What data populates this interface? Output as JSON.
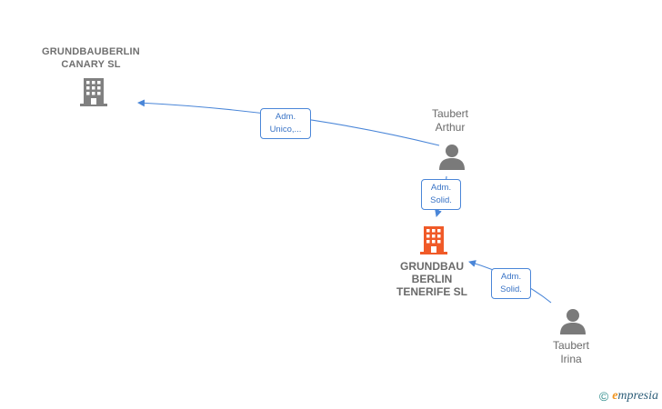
{
  "nodes": {
    "grundbauberlin_canary": {
      "line1": "GRUNDBAUBERLIN",
      "line2": "CANARY SL"
    },
    "taubert_arthur": {
      "line1": "Taubert",
      "line2": "Arthur"
    },
    "grundbau_tenerife": {
      "line1": "GRUNDBAU",
      "line2": "BERLIN",
      "line3": "TENERIFE SL"
    },
    "taubert_irina": {
      "line1": "Taubert",
      "line2": "Irina"
    }
  },
  "edges": {
    "arthur_to_canary": {
      "line1": "Adm.",
      "line2": "Unico,..."
    },
    "arthur_to_tenerife": {
      "line1": "Adm.",
      "line2": "Solid."
    },
    "irina_to_tenerife": {
      "line1": "Adm.",
      "line2": "Solid."
    }
  },
  "colors": {
    "edge": "#4a86d8",
    "company_icon": "#808080",
    "focus_company_icon": "#f05a28",
    "person_icon": "#7a7a7a"
  },
  "footer": {
    "copyright_symbol": "©",
    "brand_initial": "e",
    "brand_rest": "mpresia"
  }
}
